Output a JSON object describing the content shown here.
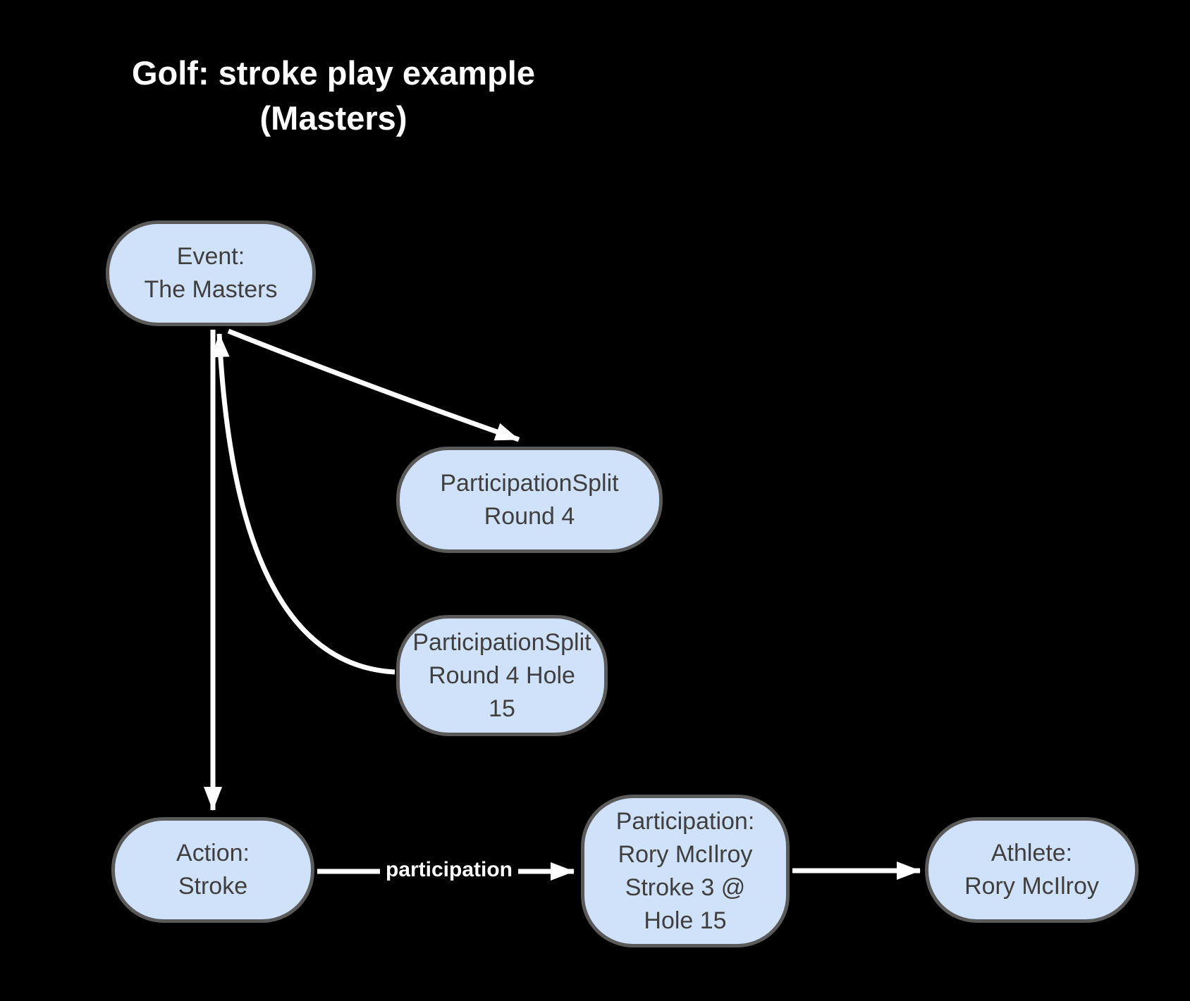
{
  "title": {
    "text": "Golf: stroke play example\n(Masters)"
  },
  "colors": {
    "background": "#000000",
    "node_fill": "#d0e2f9",
    "node_border": "#5a5a5a",
    "node_text": "#3f3f3f",
    "edge": "#ffffff",
    "title_text": "#ffffff"
  },
  "nodes": {
    "event": {
      "label": "Event:\nThe Masters"
    },
    "participation_split_round4": {
      "label": "ParticipationSplit\nRound 4"
    },
    "participation_split_round4_hole15": {
      "label": "ParticipationSplit\nRound 4 Hole\n15"
    },
    "action": {
      "label": "Action:\nStroke"
    },
    "participation": {
      "label": "Participation:\nRory McIlroy\nStroke 3 @\nHole 15"
    },
    "athlete": {
      "label": "Athlete:\nRory McIlroy"
    }
  },
  "edges": {
    "participation_label": "participation"
  }
}
